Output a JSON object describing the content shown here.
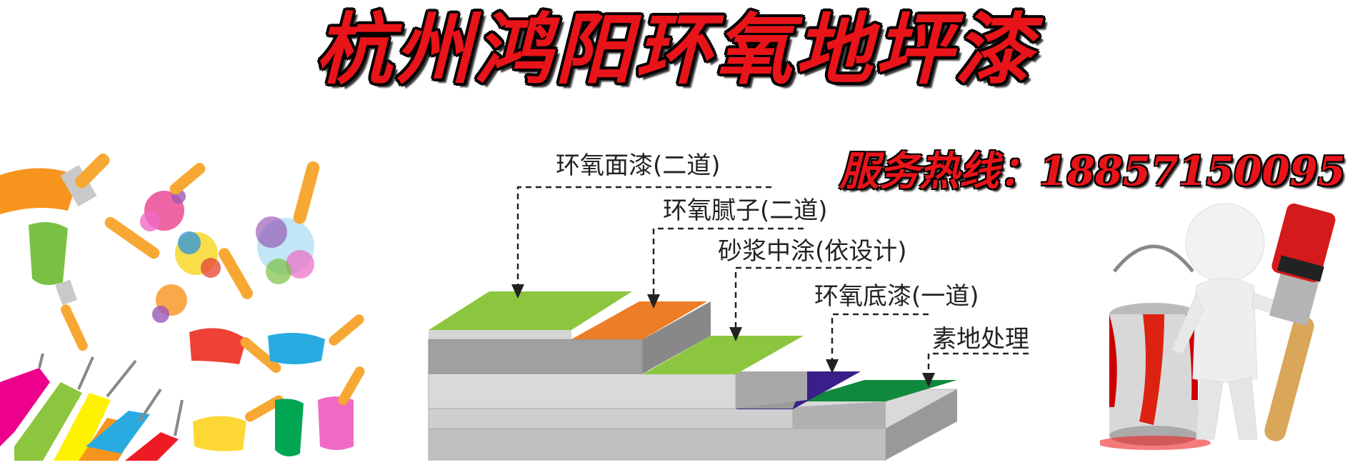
{
  "title": "杭州鸿阳环氧地坪漆",
  "hotline": "服务热线：18857150095",
  "layers": [
    {
      "label": "环氧面漆(二道)",
      "color": "#8cc63f"
    },
    {
      "label": "环氧腻子(二道)",
      "color": "#ee7d28"
    },
    {
      "label": "砂浆中涂(依设计)",
      "color": "#8cc63f"
    },
    {
      "label": "环氧底漆(一道)",
      "color": "#3a1f8a"
    },
    {
      "label": "素地处理",
      "color": "#0f8a3c"
    }
  ],
  "colors": {
    "title": "#e8141a",
    "concrete": "#9a9a9a"
  },
  "icons": {
    "left": "paint-brushes-icon",
    "right": "figure-paint-bucket-icon"
  }
}
